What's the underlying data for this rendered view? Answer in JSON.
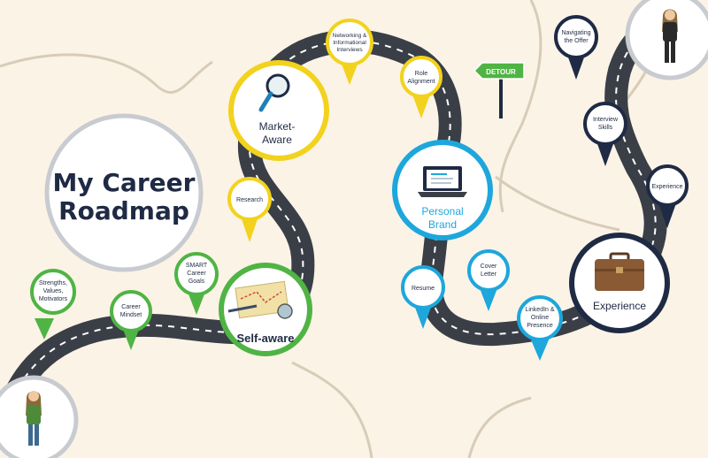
{
  "title": {
    "line1": "My Career",
    "line2": "Roadmap"
  },
  "stages": {
    "self_aware": "Self-aware",
    "market_aware": [
      "Market-",
      "Aware"
    ],
    "personal_brand": [
      "Personal",
      "Brand"
    ],
    "experience": "Experience"
  },
  "pins": {
    "strengths": [
      "Strengths,",
      "Values,",
      "Motivators"
    ],
    "mindset": [
      "Career",
      "Mindset"
    ],
    "smart": [
      "SMART",
      "Career",
      "Goals"
    ],
    "research": [
      "Research"
    ],
    "networking": [
      "Networking &",
      "Informational",
      "Interviews"
    ],
    "role": [
      "Role",
      "Alignment"
    ],
    "resume": [
      "Resume"
    ],
    "cover": [
      "Cover",
      "Letter"
    ],
    "linkedin": [
      "LinkedIn &",
      "Online",
      "Presence"
    ],
    "experience_pin": [
      "Experience"
    ],
    "interview": [
      "Interview",
      "Skills"
    ],
    "offer": [
      "Navigating",
      "the Offer"
    ]
  },
  "detour_sign": "DETOUR",
  "colors": {
    "background": "#fbf3e6",
    "road": "#3a3f47",
    "green": "#4fb444",
    "yellow": "#f2d21d",
    "blue": "#1da7dc",
    "navy": "#1f2a44",
    "path": "#d8ccb8"
  }
}
